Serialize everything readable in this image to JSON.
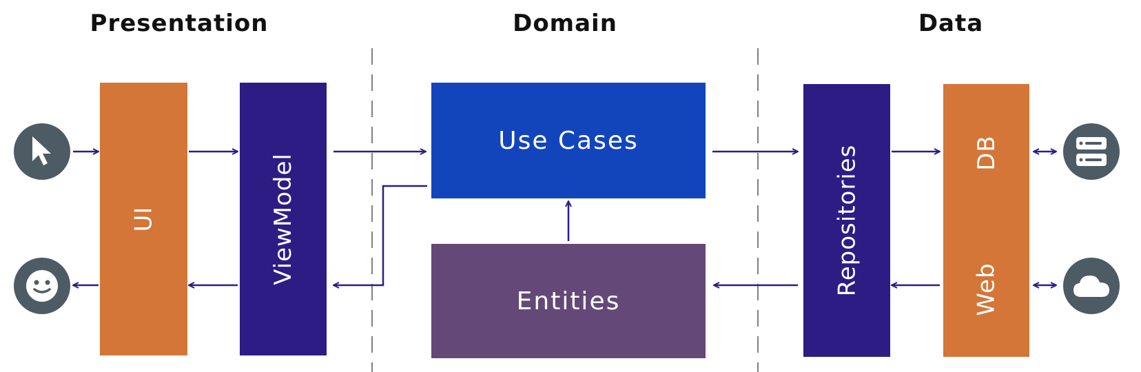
{
  "sections": {
    "presentation": "Presentation",
    "domain": "Domain",
    "data": "Data"
  },
  "blocks": {
    "ui": "UI",
    "viewmodel": "ViewModel",
    "use_cases": "Use Cases",
    "entities": "Entities",
    "repositories": "Repositories",
    "db": "DB",
    "web": "Web"
  },
  "icons": {
    "cursor": "cursor-icon",
    "user": "smiley-icon",
    "database": "server-icon",
    "cloud": "cloud-icon"
  },
  "colors": {
    "orange": "#d37638",
    "indigo": "#2d1c84",
    "blue": "#1245bc",
    "purple": "#644877",
    "arrow": "#2d1c84",
    "icon_bg": "#4d5b65"
  }
}
